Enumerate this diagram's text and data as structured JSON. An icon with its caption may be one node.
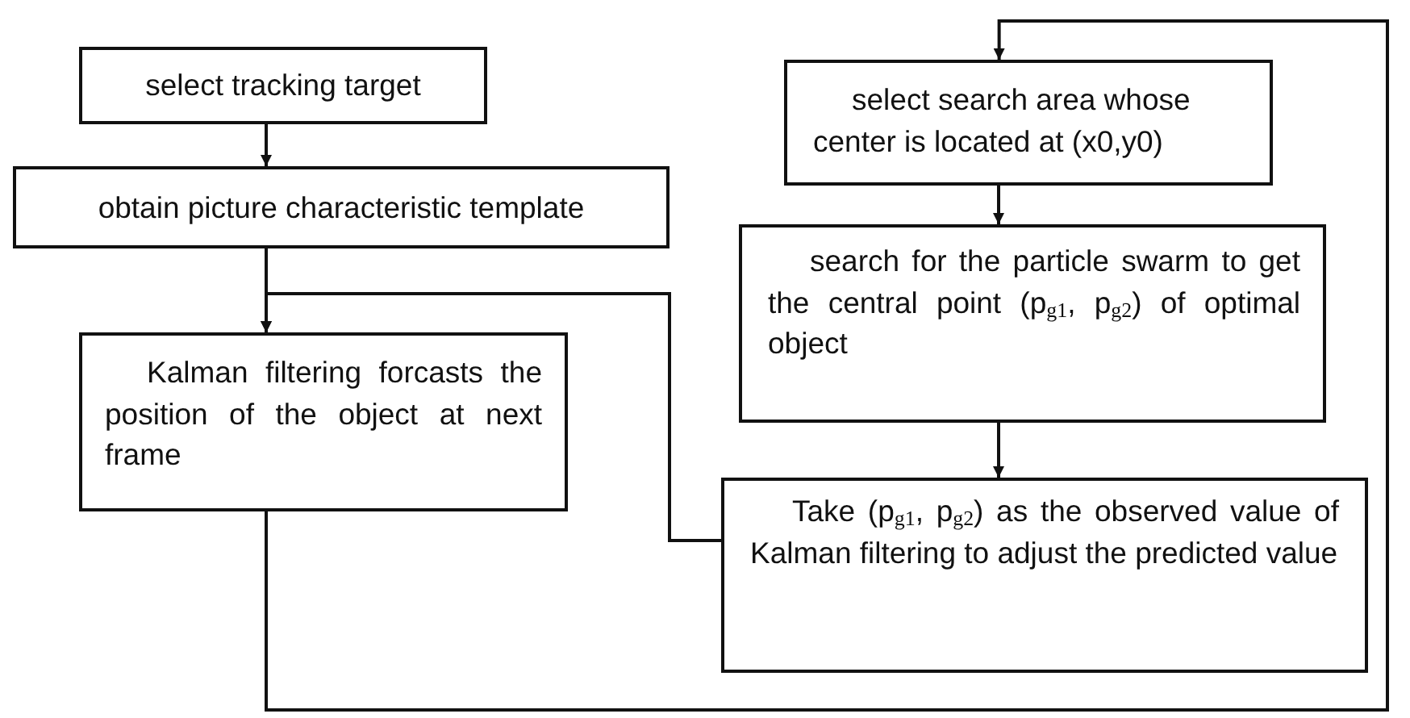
{
  "diagram": {
    "nodes": [
      {
        "text": [
          "select tracking target"
        ]
      },
      {
        "text": [
          "obtain picture characteristic template"
        ]
      },
      {
        "text": [
          "Kalman filtering forcasts the position of the object at next frame"
        ]
      },
      {
        "text": [
          "select search area whose center is located at (x0,y0)"
        ]
      },
      {
        "text": [
          "search for the particle swarm to get the central point (p$_{g1}$, p$_{g2}$) of optimal object"
        ]
      },
      {
        "text": [
          "Take (p$_{g1}$, p$_{g2}$) as the observed value of Kalman filtering to adjust the predicted value"
        ]
      }
    ],
    "edges": [
      {
        "from": 0,
        "to": 1,
        "arrow": "to"
      },
      {
        "from": 1,
        "to": 2,
        "arrow": "to"
      },
      {
        "from": 2,
        "to": 3,
        "arrow": "to"
      },
      {
        "from": 3,
        "to": 4,
        "arrow": "to"
      },
      {
        "from": 4,
        "to": 5,
        "arrow": "to"
      },
      {
        "from": 5,
        "to": 2,
        "arrow": "to"
      }
    ]
  }
}
